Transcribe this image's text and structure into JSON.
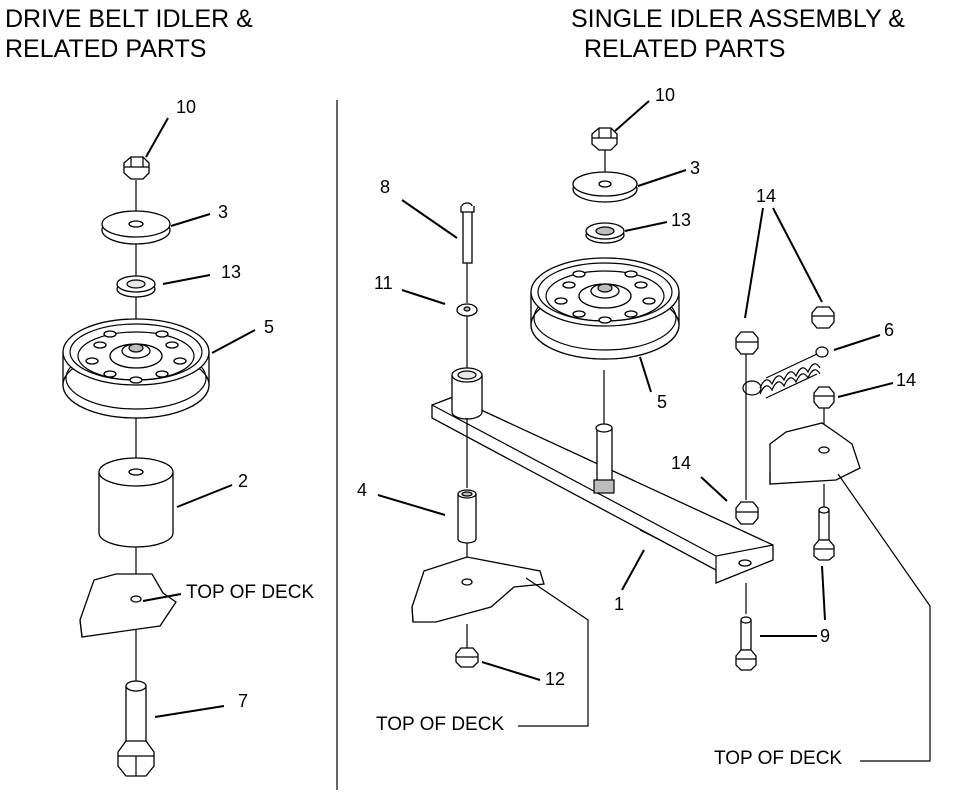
{
  "titles": {
    "left": [
      "DRIVE BELT IDLER &",
      "RELATED PARTS"
    ],
    "right": [
      "SINGLE IDLER ASSEMBLY &",
      "RELATED PARTS"
    ]
  },
  "left_callouts": {
    "c10": "10",
    "c3": "3",
    "c13": "13",
    "c5": "5",
    "c2": "2",
    "c7": "7",
    "deck": "TOP OF DECK"
  },
  "right_callouts": {
    "c10": "10",
    "c3": "3",
    "c13": "13",
    "c8": "8",
    "c11": "11",
    "c5": "5",
    "c14a": "14",
    "c6": "6",
    "c14b": "14",
    "c14c": "14",
    "c4": "4",
    "c1": "1",
    "c9": "9",
    "c12": "12",
    "deck_left": "TOP OF DECK",
    "deck_right": "TOP OF DECK"
  }
}
